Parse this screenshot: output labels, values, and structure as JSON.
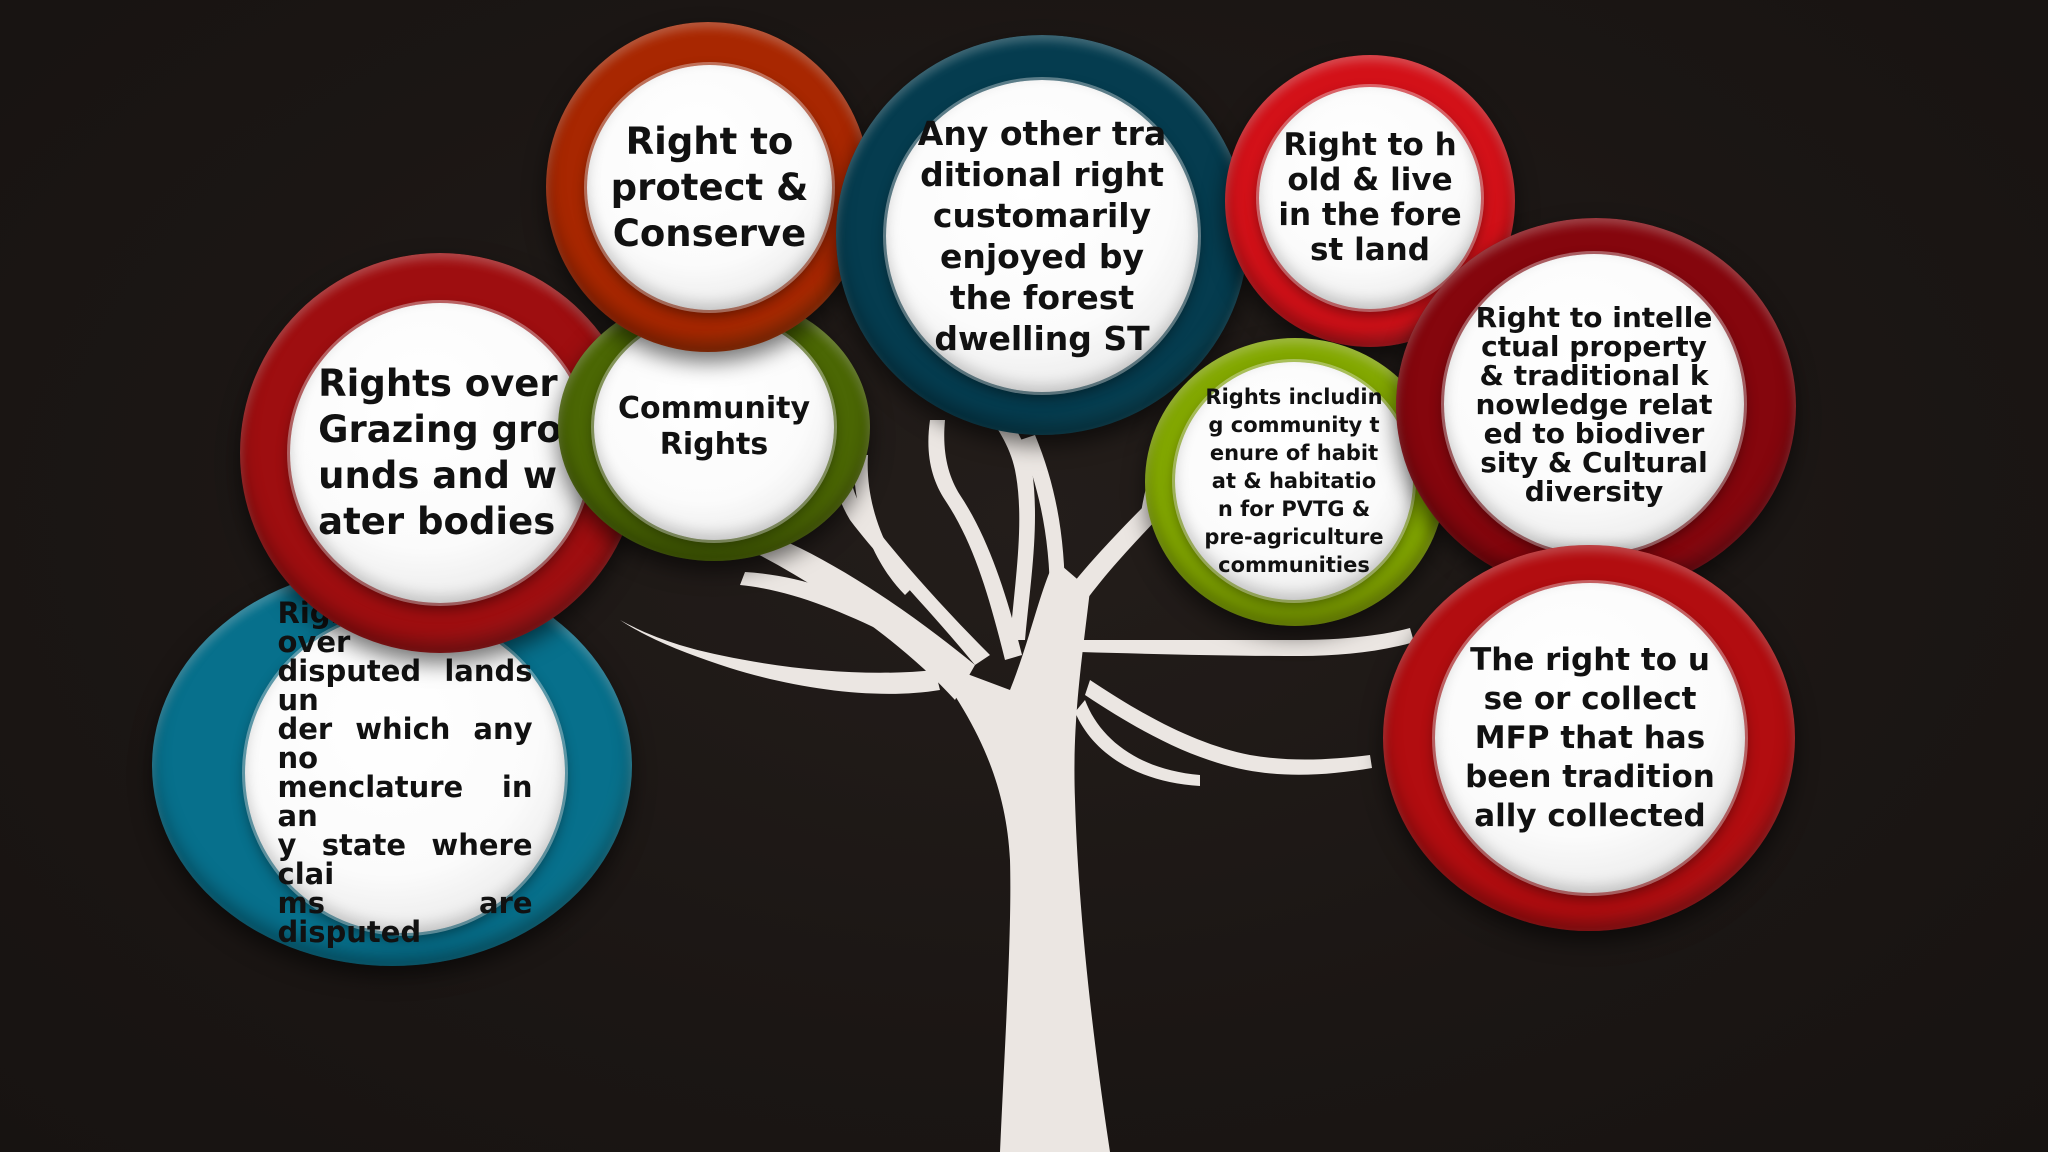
{
  "nodes": {
    "disputed_lands": {
      "text": "Right  in  or  over\ndisputed lands un\nder which any no\nmenclature  in  an\ny state where clai\nms are disputed",
      "color": "#2aa9bd"
    },
    "grazing": {
      "text": "Rights over\nGrazing gro\nunds and w\nater bodies",
      "color": "#c93b3f"
    },
    "community_rights": {
      "text": "Community\nRights",
      "color": "#8aa21e"
    },
    "protect_conserve": {
      "text": "Right to\nprotect &\nConserve",
      "color": "#cf6410"
    },
    "traditional_right": {
      "text": "Any other tra\nditional right\ncustomarily\nenjoyed by\nthe forest\ndwelling ST",
      "color": "#237c8e"
    },
    "hold_live": {
      "text": "Right to h\nold & live\nin the fore\nst land",
      "color": "#e8424f"
    },
    "habitat_pvtg": {
      "text": "Rights includin\ng community t\nenure of habit\nat & habitatio\nn for PVTG &\npre-agriculture\ncommunities",
      "color": "#b7cf12"
    },
    "intellectual_property": {
      "text": "Right to intelle\nctual property\n& traditional k\nnowledge relat\ned to biodiver\nsity & Cultural\ndiversity",
      "color": "#b8283a"
    },
    "mfp": {
      "text": "The right to u\nse or collect\nMFP that has\nbeen tradition\nally collected",
      "color": "#d53a40"
    }
  }
}
